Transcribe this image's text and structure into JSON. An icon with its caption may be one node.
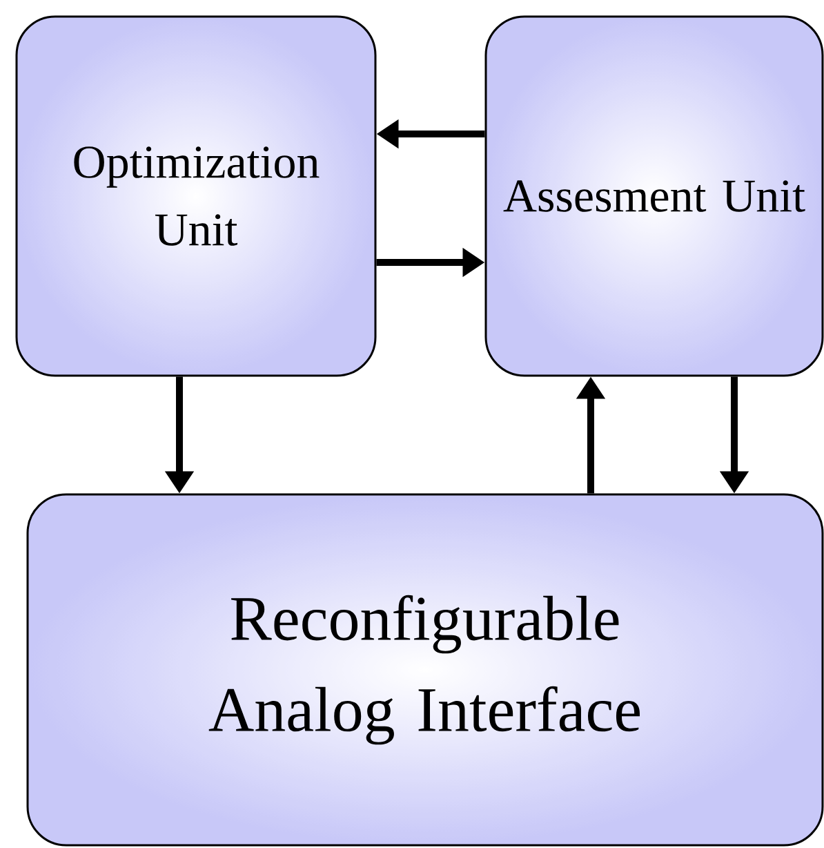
{
  "diagram": {
    "nodes": [
      {
        "text": [
          "Optimization Unit"
        ]
      },
      {
        "text": [
          "Assesment Unit"
        ]
      },
      {
        "text": [
          "Reconfigurable Analog Interface"
        ]
      }
    ],
    "edges": [
      {
        "from": 1,
        "to": 0,
        "arrow": "to"
      },
      {
        "from": 0,
        "to": 1,
        "arrow": "to"
      },
      {
        "from": 0,
        "to": 2,
        "arrow": "to"
      },
      {
        "from": 2,
        "to": 1,
        "arrow": "to"
      },
      {
        "from": 1,
        "to": 2,
        "arrow": "to"
      }
    ]
  }
}
